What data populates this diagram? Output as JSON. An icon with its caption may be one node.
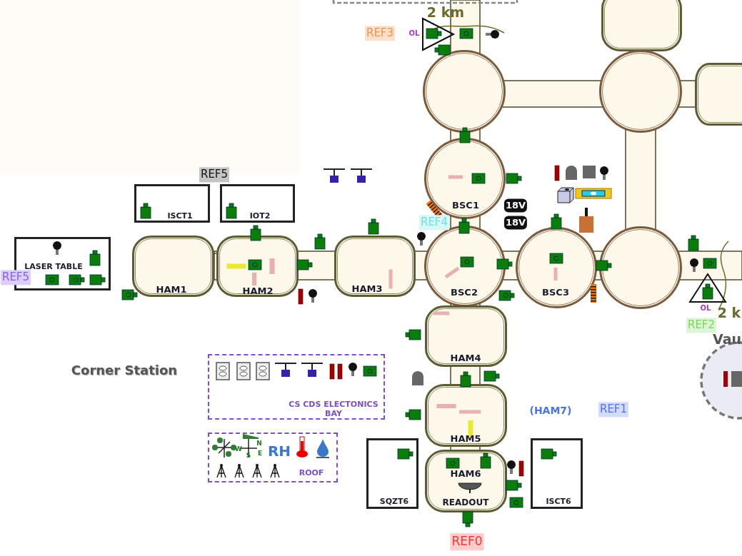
{
  "diagram": {
    "nodes": [
      {
        "text": [
          "LASER TABLE"
        ]
      },
      {
        "text": [
          "ISCT1"
        ]
      },
      {
        "text": [
          "IOT2"
        ]
      },
      {
        "text": [
          "HAM1"
        ]
      },
      {
        "text": [
          "HAM2"
        ]
      },
      {
        "text": [
          "HAM3"
        ]
      },
      {
        "text": [
          "BSC1"
        ]
      },
      {
        "text": [
          "BSC2"
        ]
      },
      {
        "text": [
          "BSC3"
        ]
      },
      {
        "text": [
          "HAM4"
        ]
      },
      {
        "text": [
          "HAM5"
        ]
      },
      {
        "text": [
          "HAM6",
          "READOUT"
        ]
      },
      {
        "text": [
          "SQZT6"
        ]
      },
      {
        "text": [
          "ISCT6"
        ]
      },
      {
        "text": [
          "CS CDS ELECTONICS BAY"
        ]
      },
      {
        "text": [
          "W",
          "N",
          "S",
          "E",
          "RH",
          "ROOF"
        ]
      },
      {
        "text": [
          "Vau"
        ]
      },
      {
        "text": [],
        "shape": "box"
      },
      {
        "text": [],
        "shape": "circle"
      },
      {
        "text": [],
        "shape": "circle"
      },
      {
        "text": [],
        "shape": "circle"
      },
      {
        "text": [],
        "shape": "box"
      }
    ],
    "labels": [
      "2 km",
      "REF3",
      "OL",
      "REF5",
      "REF4",
      "18V",
      "18V",
      "REF5",
      "OL",
      "2 k",
      "REF2",
      "Corner Station",
      "(HAM7)",
      "REF1",
      "REF0"
    ]
  }
}
